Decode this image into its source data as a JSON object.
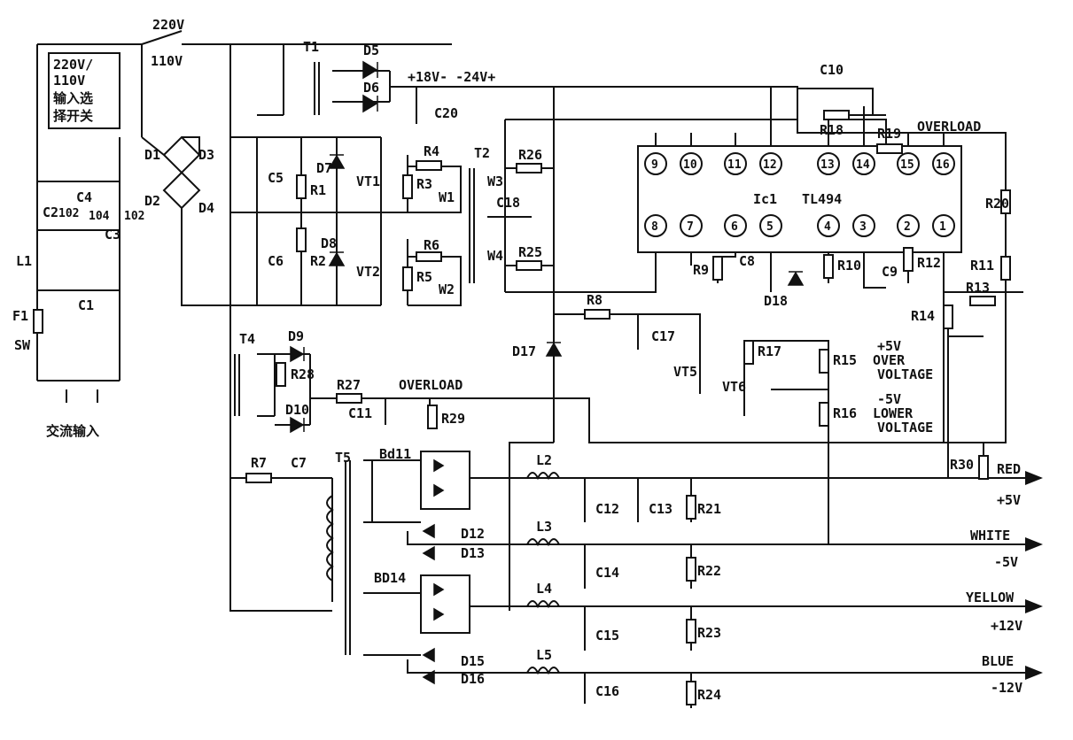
{
  "input": {
    "v220": "220V",
    "v110": "110V",
    "selector_line1": "220V/",
    "selector_line2": "110V",
    "selector_line3": "输入选",
    "selector_line4": "择开关",
    "ac_input": "交流输入",
    "sw": "SW",
    "fuse": "F1",
    "l1": "L1",
    "c1": "C1",
    "c2": "C2",
    "c2_val": "102",
    "c3": "C3",
    "c3_val": "102",
    "c4": "C4",
    "c4_val": "104"
  },
  "bridge": {
    "d1": "D1",
    "d2": "D2",
    "d3": "D3",
    "d4": "D4"
  },
  "half_bridge": {
    "c5": "C5",
    "c6": "C6",
    "r1": "R1",
    "r2": "R2",
    "d7": "D7",
    "d8": "D8",
    "vt1": "VT1",
    "vt2": "VT2",
    "r3": "R3",
    "r4": "R4",
    "r5": "R5",
    "r6": "R6",
    "w1": "W1",
    "w2": "W2"
  },
  "aux": {
    "t1": "T1",
    "d5": "D5",
    "d6": "D6",
    "c20": "C20",
    "rail": "+18V- -24V+",
    "t2": "T2",
    "w3": "W3",
    "w4": "W4",
    "r25": "R25",
    "r26": "R26",
    "c18": "C18"
  },
  "ic": {
    "name": "Ic1",
    "part": "TL494",
    "top_pins": [
      "9",
      "10",
      "11",
      "12",
      "13",
      "14",
      "15",
      "16"
    ],
    "bottom_pins": [
      "8",
      "7",
      "6",
      "5",
      "4",
      "3",
      "2",
      "1"
    ],
    "r9": "R9",
    "c8": "C8",
    "r10": "R10",
    "d18": "D18",
    "c9": "C9",
    "r12": "R12",
    "c10": "C10",
    "r18": "R18",
    "r19": "R19",
    "overload_top": "OVERLOAD",
    "r20": "R20",
    "r11": "R11",
    "r13": "R13",
    "r14": "R14"
  },
  "protection": {
    "r8": "R8",
    "c17": "C17",
    "d17": "D17",
    "vt5": "VT5",
    "vt6": "VT6",
    "r17": "R17",
    "r15": "R15",
    "r16": "R16",
    "over_v1": "+5V",
    "over_v2": "OVER",
    "over_v3": "VOLTAGE",
    "lower_v1": "-5V",
    "lower_v2": "LOWER",
    "lower_v3": "VOLTAGE",
    "t4": "T4",
    "d9": "D9",
    "d10": "D10",
    "r28": "R28",
    "r27": "R27",
    "c11": "C11",
    "r29": "R29",
    "overload_mid": "OVERLOAD"
  },
  "secondary": {
    "r7": "R7",
    "c7": "C7",
    "t5": "T5",
    "bd11": "Bd11",
    "bd14": "BD14",
    "d12": "D12",
    "d13": "D13",
    "d15": "D15",
    "d16": "D16",
    "l2": "L2",
    "l3": "L3",
    "l4": "L4",
    "l5": "L5",
    "c12": "C12",
    "c13": "C13",
    "c14": "C14",
    "c15": "C15",
    "c16": "C16",
    "r21": "R21",
    "r22": "R22",
    "r23": "R23",
    "r24": "R24",
    "r30": "R30"
  },
  "outputs": [
    {
      "color": "RED",
      "voltage": "+5V"
    },
    {
      "color": "WHITE",
      "voltage": "-5V"
    },
    {
      "color": "YELLOW",
      "voltage": "+12V"
    },
    {
      "color": "BLUE",
      "voltage": "-12V"
    }
  ]
}
